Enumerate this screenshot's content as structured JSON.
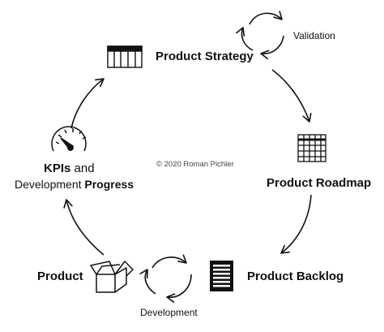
{
  "copyright": "© 2020 Roman Pichler",
  "steps": {
    "product_strategy": "Product Strategy",
    "validation": "Validation",
    "product_roadmap": "Product Roadmap",
    "product_backlog": "Product Backlog",
    "development": "Development",
    "product": "Product",
    "kpis_bold": "KPIs",
    "kpis_and": "and",
    "development_prefix": "Development",
    "progress_bold": "Progress"
  },
  "icons": {
    "strategy": "table-icon",
    "roadmap": "grid-icon",
    "backlog": "list-icon",
    "product": "open-box-icon",
    "kpis": "gauge-icon",
    "validation": "cycle-arrows-icon",
    "development": "cycle-arrows-icon"
  }
}
